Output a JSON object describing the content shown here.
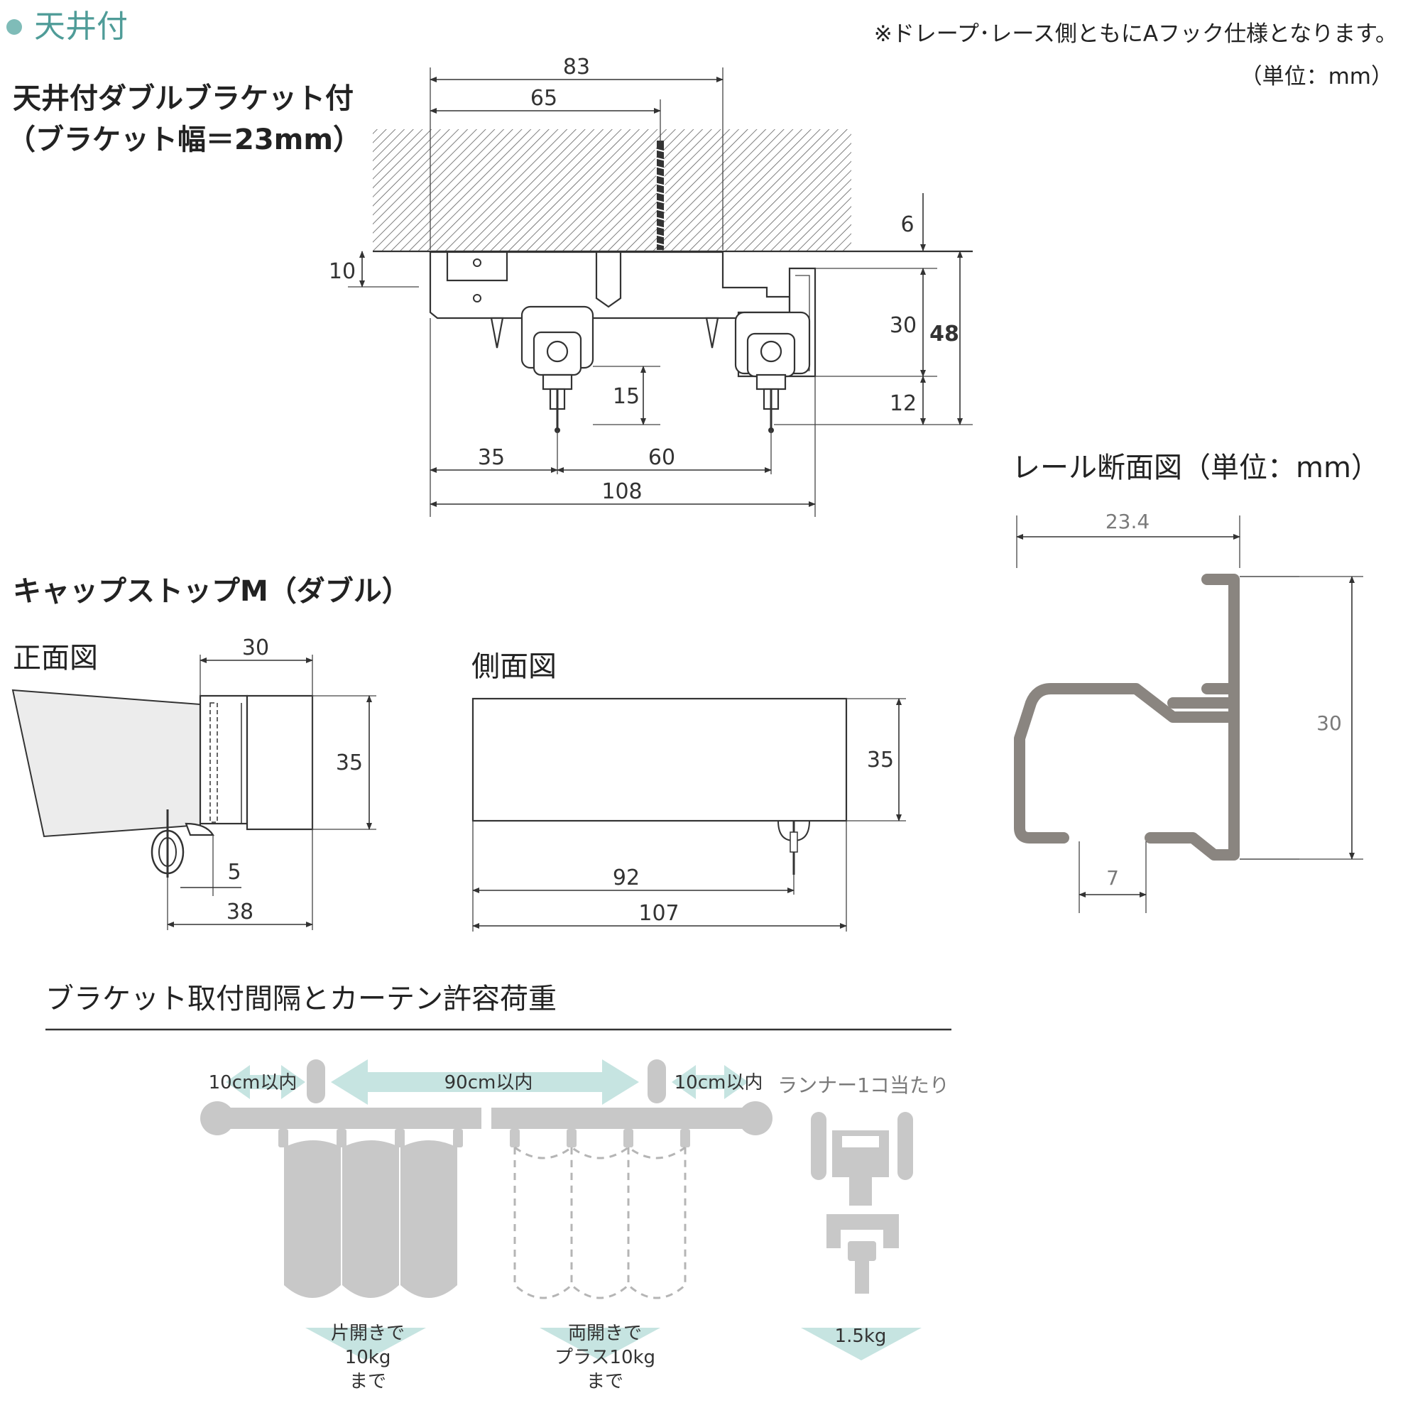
{
  "header": {
    "section_title": "天井付",
    "note": "※ドレープ･レース側ともにAフック仕様となります。",
    "unit": "（単位：mm）"
  },
  "bracket": {
    "title_line1": "天井付ダブルブラケット付",
    "title_line2": "（ブラケット幅＝23mm）",
    "dims": {
      "d83": "83",
      "d65": "65",
      "d6": "6",
      "d10": "10",
      "d30": "30",
      "d48": "48",
      "d15": "15",
      "d12": "12",
      "d35": "35",
      "d60": "60",
      "d108": "108"
    }
  },
  "rail_section": {
    "title": "レール断面図（単位：mm）",
    "dims": {
      "width": "23.4",
      "height": "30",
      "opening": "7"
    }
  },
  "capstop": {
    "title": "キャップストップM（ダブル）",
    "front_label": "正面図",
    "side_label": "側面図",
    "front_dims": {
      "d30": "30",
      "d35": "35",
      "d5": "5",
      "d38": "38"
    },
    "side_dims": {
      "d35": "35",
      "d92": "92",
      "d107": "107"
    }
  },
  "load": {
    "title": "ブラケット取付間隔とカーテン許容荷重",
    "left_margin": "10cm以内",
    "span": "90cm以内",
    "right_margin": "10cm以内",
    "runner_label": "ランナー1コ当たり",
    "one_side_l1": "片開きで",
    "one_side_l2": "10kg",
    "one_side_l3": "まで",
    "both_sides_l1": "両開きで",
    "both_sides_l2": "プラス10kg",
    "both_sides_l3": "まで",
    "runner_load": "1.5kg"
  },
  "colors": {
    "accent_teal": "#4f9c98",
    "arrow_light": "#c6e4e1",
    "gray_fill": "#c8c8c8",
    "rail_gray": "#8a8580"
  }
}
